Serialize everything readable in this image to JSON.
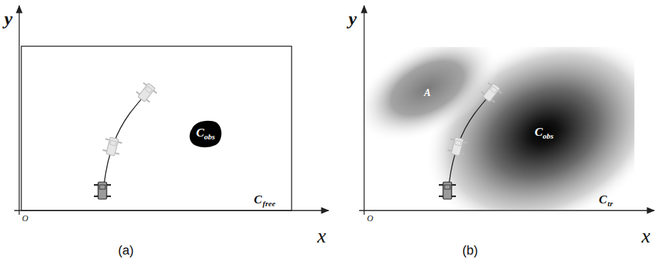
{
  "diagram": {
    "nodes": [
      {
        "text": [
          "C",
          "obs"
        ]
      },
      {
        "text": [
          "C",
          "obs"
        ]
      },
      {
        "text": [
          "A"
        ]
      }
    ],
    "labels": [
      "y",
      "x",
      "O",
      "(a)",
      "C",
      "free",
      "y",
      "x",
      "O",
      "(b)",
      "C",
      "tr"
    ]
  }
}
